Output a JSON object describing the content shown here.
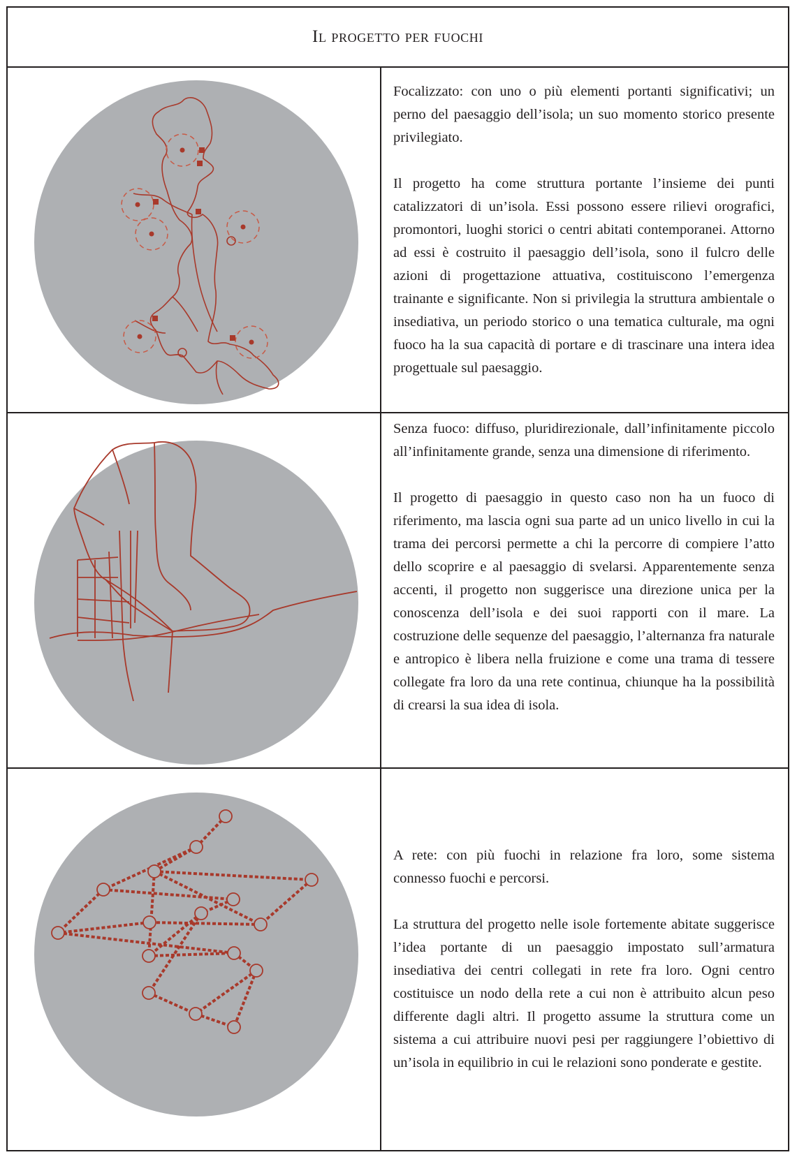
{
  "title": "Il progetto per fuochi",
  "rows": [
    {
      "heading": "Focalizzato: con uno o più elementi portanti significativi; un perno del paesaggio dell’isola; un suo momento storico presente privilegiato.",
      "body": "Il progetto ha come struttura portante l’insieme dei punti catalizzatori di un’isola. Essi possono essere rilievi orografici, promontori, luoghi storici o centri abitati contemporanei. Attorno ad essi è costruito il paesaggio dell’isola, sono il fulcro delle azioni di progettazione attuativa, costituiscono l’emergenza trainante e significante. Non si privilegia la struttura ambientale o insediativa, un periodo storico o una tematica culturale, ma ogni fuoco ha la sua capacità di portare e di trascinare una intera idea progettuale sul paesaggio."
    },
    {
      "heading": "Senza fuoco: diffuso, pluridirezionale, dall’infinitamente piccolo all’infinitamente grande, senza una dimensione di riferimento.",
      "body": "Il progetto di paesaggio in questo caso non ha un fuoco di riferimento, ma lascia ogni sua parte ad un unico livello in cui la trama dei percorsi permette a chi la percorre di compiere l’atto dello scoprire e al paesaggio di svelarsi. Apparentemente senza accenti, il progetto non suggerisce una direzione unica per la conoscenza dell’isola e dei suoi rapporti con il mare. La costruzione delle sequenze del paesaggio, l’alternanza fra naturale e antropico è libera nella fruizione e come una trama di tessere collegate fra loro da una rete continua, chiunque ha la possibilità di crearsi la sua idea di isola."
    },
    {
      "heading": "A rete: con più fuochi in relazione fra loro, some sistema connesso fuochi e percorsi.",
      "body": "La struttura del progetto nelle isole fortemente abitate suggerisce l’idea portante di un paesaggio impostato sull’armatura insediativa dei centri collegati in rete fra loro. Ogni centro costituisce un nodo della rete a cui non è attribuito alcun peso differente dagli altri. Il progetto assume la struttura come un sistema a cui attribuire nuovi pesi per raggiungere l’obiettivo di un’isola in equilibrio in cui le relazioni sono ponderate e gestite."
    }
  ],
  "colors": {
    "disc": "#aeb0b3",
    "line": "#a8392b",
    "border": "#231f20"
  },
  "diagram_3": {
    "node_count": 16,
    "edges": [
      [
        0,
        1
      ],
      [
        1,
        2
      ],
      [
        1,
        3
      ],
      [
        2,
        4
      ],
      [
        2,
        7
      ],
      [
        2,
        10
      ],
      [
        3,
        5
      ],
      [
        5,
        6
      ],
      [
        4,
        7
      ],
      [
        7,
        8
      ],
      [
        8,
        9
      ],
      [
        3,
        9
      ],
      [
        6,
        10
      ],
      [
        9,
        11
      ],
      [
        10,
        11
      ],
      [
        11,
        12
      ],
      [
        6,
        13
      ],
      [
        13,
        14
      ],
      [
        12,
        14
      ],
      [
        14,
        15
      ],
      [
        12,
        15
      ]
    ]
  }
}
